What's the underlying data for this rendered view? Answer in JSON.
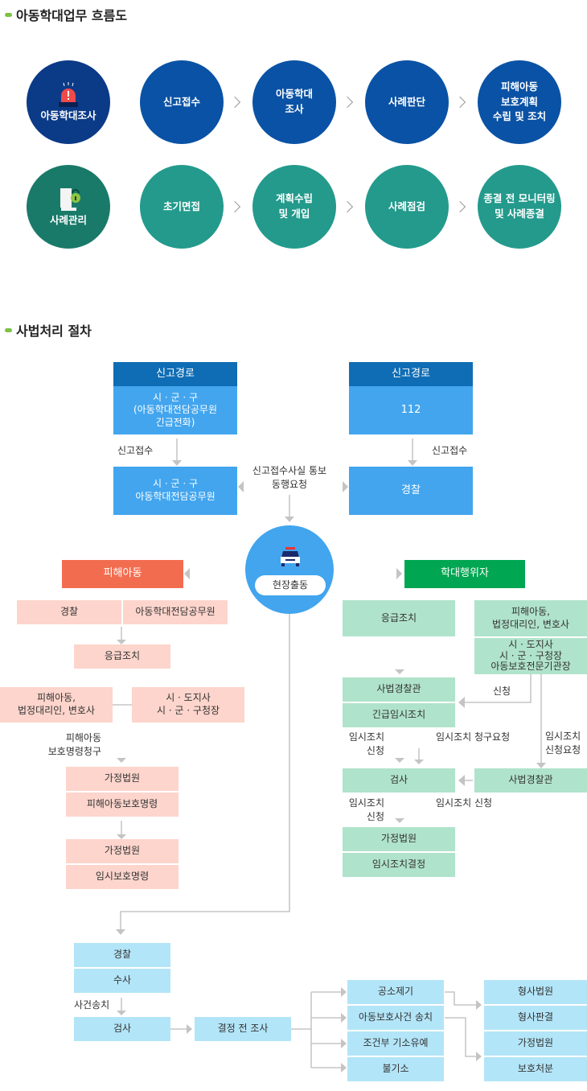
{
  "section1": {
    "title": "아동학대업무 흐름도",
    "investigation": {
      "label": "아동학대조사",
      "steps": [
        "신고접수",
        "아동학대\n조사",
        "사례판단",
        "피해아동\n보호계획\n수립 및 조치"
      ]
    },
    "management": {
      "label": "사례관리",
      "steps": [
        "초기면접",
        "계획수립\n및 개입",
        "사례점검",
        "종결 전 모니터링\n및 사례종결"
      ]
    }
  },
  "section2": {
    "title": "사법처리 절차",
    "report_left": {
      "header": "신고경로",
      "body": "시 · 군 · 구\n(아동학대전담공무원\n긴급전화)",
      "edge": "신고접수",
      "target": "시 · 군 · 구\n아동학대전담공무원"
    },
    "report_right": {
      "header": "신고경로",
      "body": "112",
      "edge": "신고접수",
      "target": "경찰"
    },
    "notify": "신고접수사실 통보\n동행요청",
    "dispatch": "현장출동",
    "victim": {
      "title": "피해아동",
      "first": [
        "경찰",
        "아동학대전담공무원"
      ],
      "emergency": "응급조치",
      "petitioners": "피해아동,\n법정대리인, 변호사",
      "officials": "시 · 도지사\n시 · 군 · 구청장",
      "request": "피해아동\n보호명령청구",
      "court1": "가정법원",
      "order1": "피해아동보호명령",
      "court2": "가정법원",
      "order2": "임시보호명령"
    },
    "abuser": {
      "title": "학대행위자",
      "emergency": "응급조치",
      "petitioners": "피해아동,\n법정대리인, 변호사",
      "officials": "시 · 도지사\n시 · 군 · 구청장\n아동보호전문기관장",
      "police": "사법경찰관",
      "urgent": "긴급임시조치",
      "apply": "신청",
      "apply_temp1": "임시조치\n신청",
      "claim_request": "임시조치 청구요청",
      "apply_request": "임시조치\n신청요청",
      "prosecutor": "검사",
      "police2": "사법경찰관",
      "apply_temp2": "임시조치\n신청",
      "apply_temp3": "임시조치 신청",
      "court": "가정법원",
      "decision": "임시조치결정"
    },
    "criminal": {
      "police": "경찰",
      "investigation": "수사",
      "transfer": "사건송치",
      "prosecutor": "검사",
      "pre_investigation": "결정 전 조사",
      "outcomes": [
        "공소제기",
        "아동보호사건 송치",
        "조건부 기소유예",
        "불기소"
      ],
      "results": [
        "형사법원",
        "형사판결",
        "가정법원",
        "보호처분"
      ]
    }
  },
  "colors": {
    "navy": "#0a52a5",
    "teal": "#239a8c",
    "victim": "#f26d50",
    "abuser": "#00a651"
  }
}
